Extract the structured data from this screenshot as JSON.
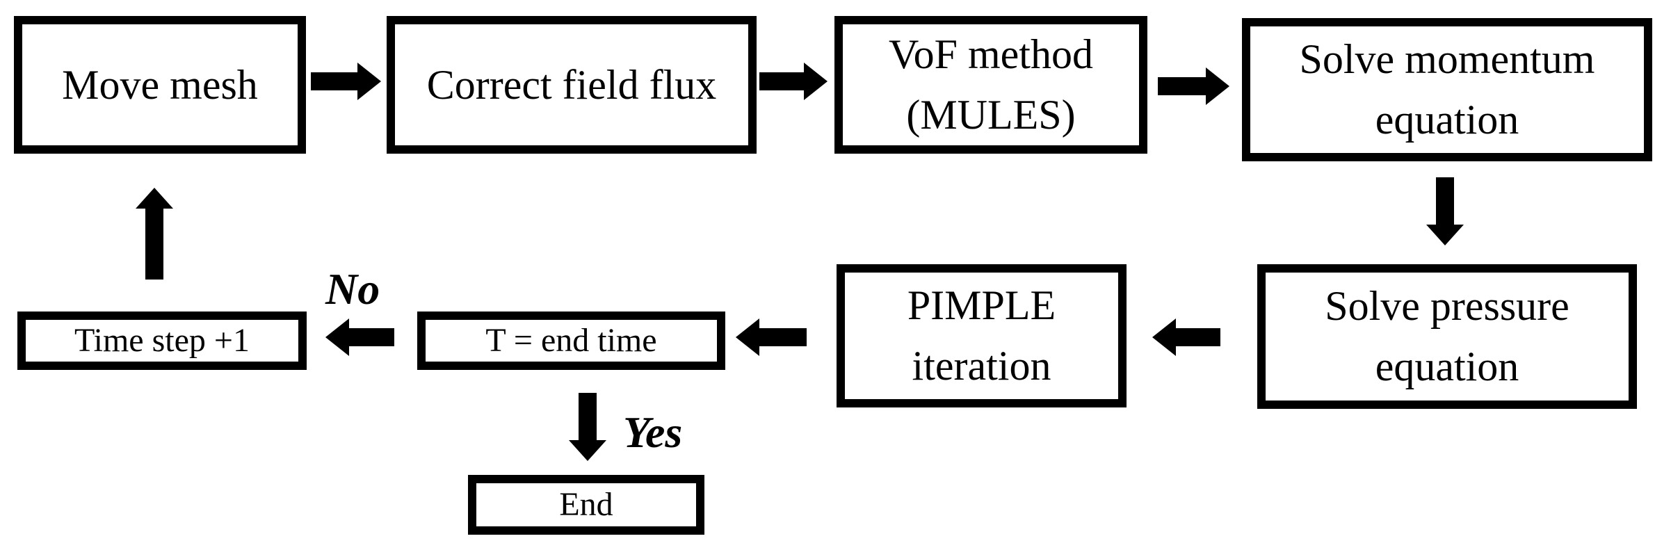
{
  "diagram": {
    "type": "flowchart",
    "colors": {
      "background": "#ffffff",
      "line": "#000000",
      "text": "#000000"
    },
    "nodes": {
      "move_mesh": {
        "label": "Move mesh"
      },
      "correct_field_flux": {
        "label": "Correct field flux"
      },
      "vof_method": {
        "label": "VoF method\n(MULES)"
      },
      "solve_momentum": {
        "label": "Solve momentum\nequation"
      },
      "solve_pressure": {
        "label": "Solve pressure\nequation"
      },
      "pimple_iteration": {
        "label": "PIMPLE\niteration"
      },
      "t_end_time": {
        "label": "T = end time"
      },
      "time_step": {
        "label": "Time step +1"
      },
      "end": {
        "label": "End"
      }
    },
    "edges": [
      {
        "from": "move_mesh",
        "to": "correct_field_flux",
        "label": ""
      },
      {
        "from": "correct_field_flux",
        "to": "vof_method",
        "label": ""
      },
      {
        "from": "vof_method",
        "to": "solve_momentum",
        "label": ""
      },
      {
        "from": "solve_momentum",
        "to": "solve_pressure",
        "label": ""
      },
      {
        "from": "solve_pressure",
        "to": "pimple_iteration",
        "label": ""
      },
      {
        "from": "pimple_iteration",
        "to": "t_end_time",
        "label": ""
      },
      {
        "from": "t_end_time",
        "to": "time_step",
        "label": "No"
      },
      {
        "from": "time_step",
        "to": "move_mesh",
        "label": ""
      },
      {
        "from": "t_end_time",
        "to": "end",
        "label": "Yes"
      }
    ]
  }
}
